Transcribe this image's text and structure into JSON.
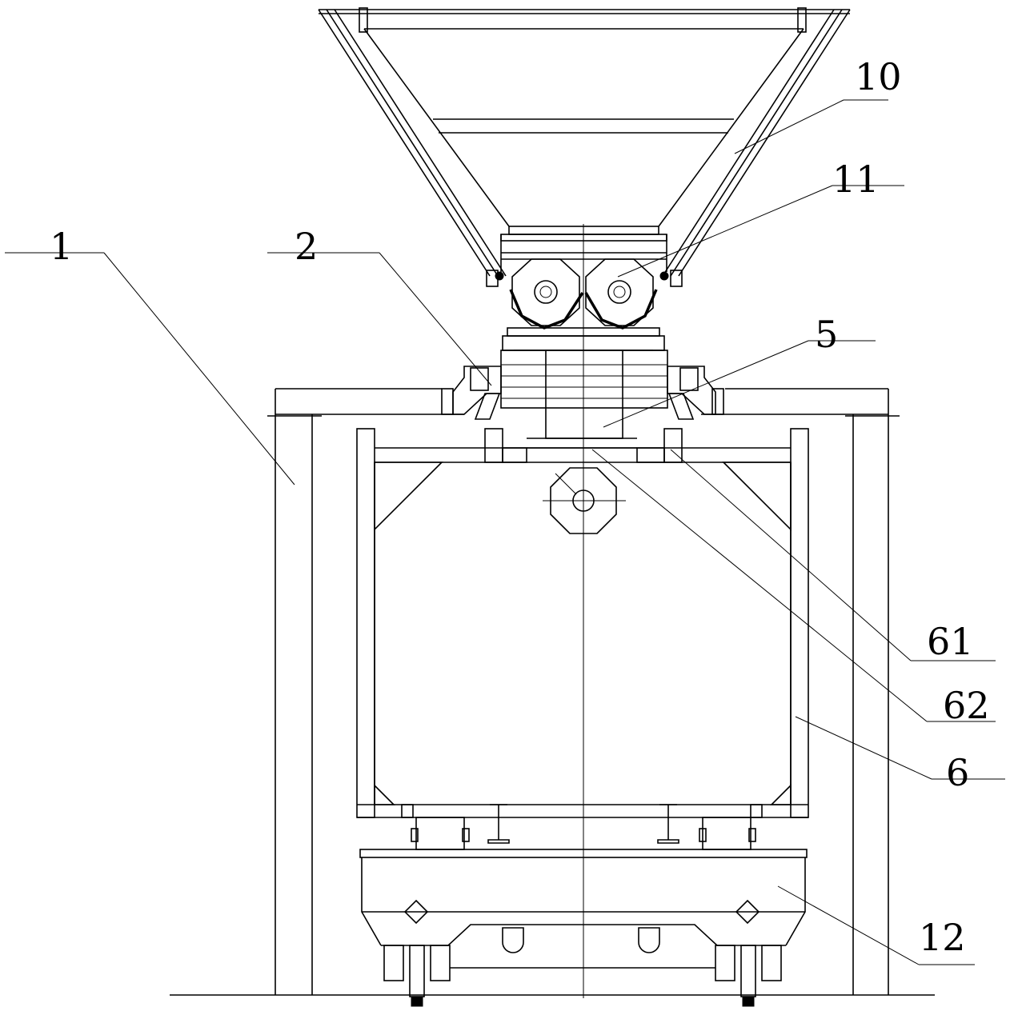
{
  "callouts": [
    {
      "id": "10",
      "label": "10"
    },
    {
      "id": "11",
      "label": "11"
    },
    {
      "id": "1",
      "label": "1"
    },
    {
      "id": "2",
      "label": "2"
    },
    {
      "id": "5",
      "label": "5"
    },
    {
      "id": "61",
      "label": "61"
    },
    {
      "id": "62",
      "label": "62"
    },
    {
      "id": "6",
      "label": "6"
    },
    {
      "id": "12",
      "label": "12"
    }
  ]
}
